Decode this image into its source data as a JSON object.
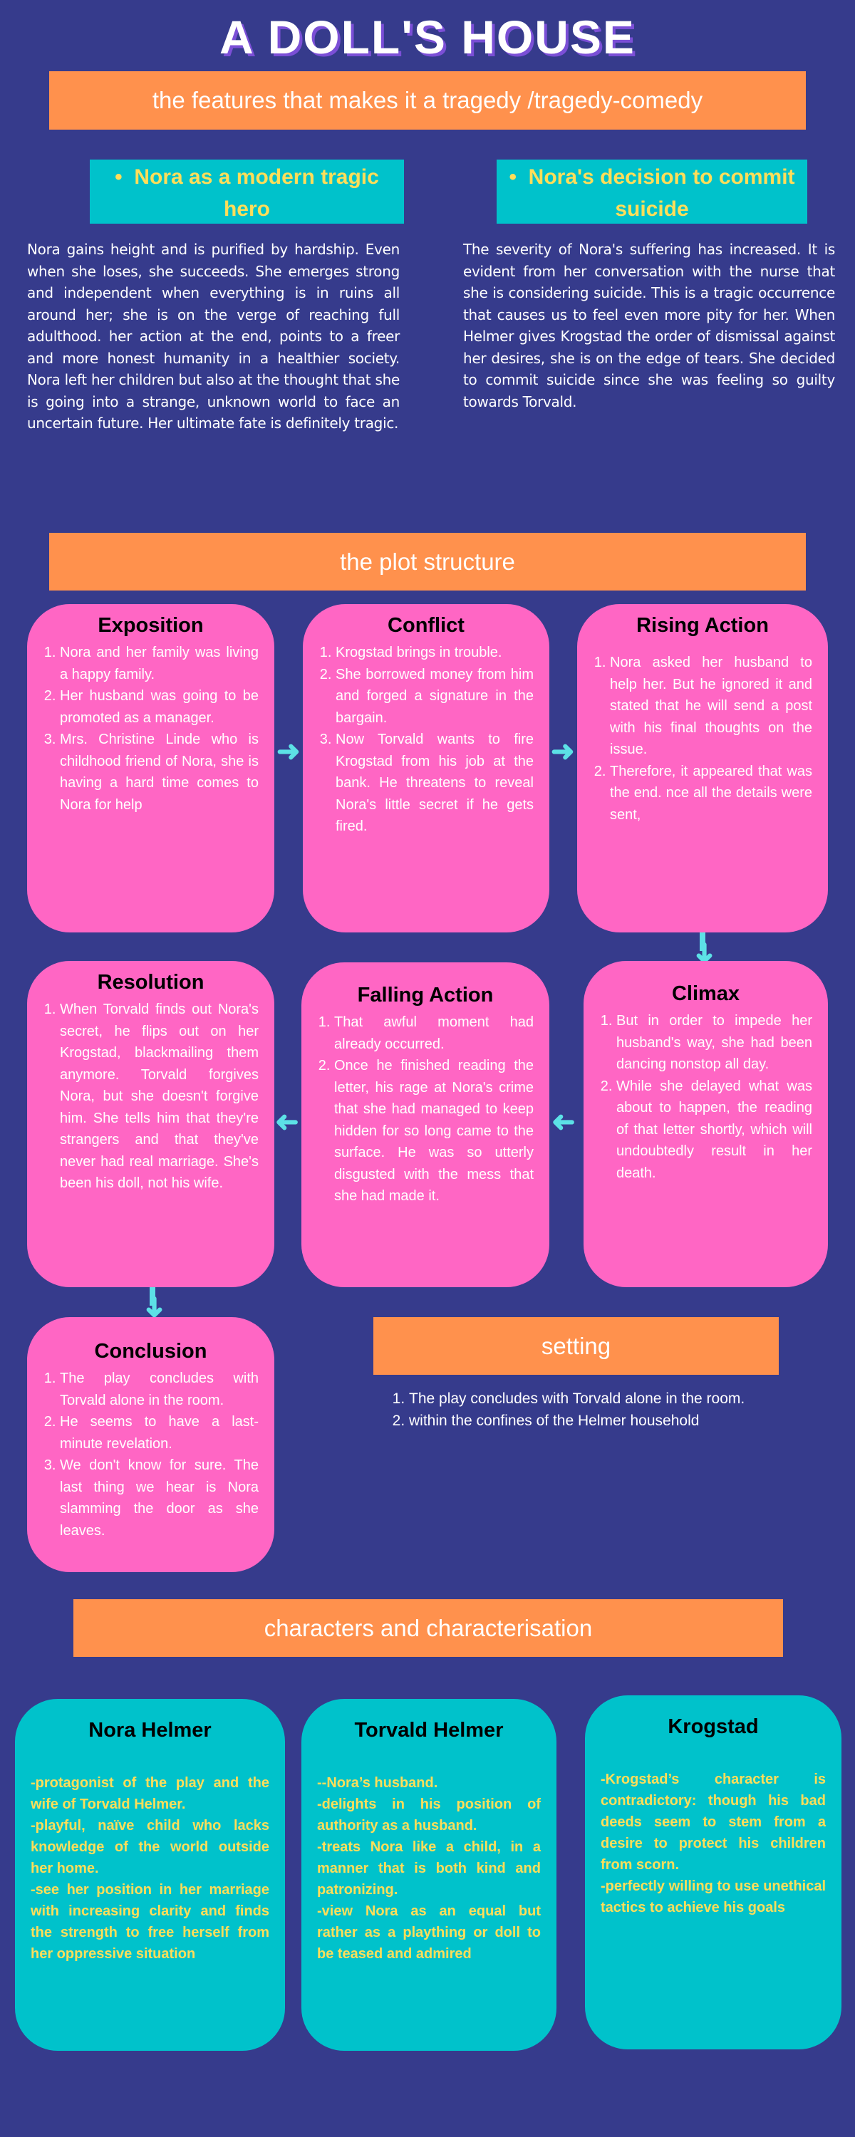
{
  "title": "A DOLL'S HOUSE",
  "colors": {
    "background": "#363b8c",
    "orange": "#ff914d",
    "teal": "#00c2cb",
    "yellow": "#ffde59",
    "pink": "#ff66c4",
    "arrow": "#5ce1e6"
  },
  "tragedy": {
    "banner": "the features that makes it a tragedy /tragedy-comedy",
    "left": {
      "heading": "Nora as a modern tragic hero",
      "text": "Nora gains height and is purified by hardship. Even when she loses, she succeeds. She emerges strong and independent when everything is in ruins all around her; she is on the verge of reaching full adulthood. her action at the end, points to a freer and more honest humanity in a healthier society. Nora left her children but also at the thought that she is going into a strange, unknown world to face an uncertain future. Her ultimate fate is definitely tragic."
    },
    "right": {
      "heading": "Nora's decision to commit suicide",
      "text": "The severity of Nora's suffering has increased. It is evident from her conversation with the nurse that she is considering suicide. This is a tragic occurrence that causes us to feel even more pity for her. When Helmer gives Krogstad the order of dismissal against her desires, she is on the edge of tears. She decided to commit suicide since she was feeling so guilty towards Torvald."
    }
  },
  "plot": {
    "banner": "the plot structure",
    "exposition": {
      "title": "Exposition",
      "items": [
        "Nora and her family was living a happy family.",
        "Her husband was going to be promoted as a manager.",
        "Mrs. Christine Linde who is childhood friend of Nora, she is having a hard time comes to Nora for help"
      ]
    },
    "conflict": {
      "title": "Conflict",
      "items": [
        "Krogstad brings in trouble.",
        "She borrowed money from him and forged a signature in the bargain.",
        "Now Torvald wants to fire Krogstad from his job at the bank. He threatens to reveal Nora's little secret if he gets fired."
      ]
    },
    "rising": {
      "title": "Rising Action",
      "items": [
        "Nora asked her husband to help her. But he ignored it and stated that he will send a post with his final thoughts on the issue.",
        "Therefore, it appeared that was the end. nce all the details were sent,"
      ]
    },
    "resolution": {
      "title": "Resolution",
      "items": [
        "When Torvald finds out Nora's secret, he flips out on her Krogstad, blackmailing them anymore. Torvald forgives Nora, but she doesn't forgive him. She tells him that they're strangers and that they've never had real marriage. She's been his doll, not his wife."
      ]
    },
    "falling": {
      "title": "Falling Action",
      "items": [
        "That awful moment had already occurred.",
        "Once he finished reading the letter, his rage at Nora's crime that she had managed to keep hidden for so long came to the surface. He was so utterly disgusted with the mess that she had made it."
      ]
    },
    "climax": {
      "title": "Climax",
      "items": [
        "But in order to impede her husband's way, she had been dancing nonstop all day.",
        "While she delayed what was about to happen, the reading of that letter shortly, which will undoubtedly result in her death."
      ]
    },
    "conclusion": {
      "title": "Conclusion",
      "items": [
        "The play concludes with Torvald alone in the room.",
        "He seems to have a last-minute revelation.",
        "We don't know for sure. The last thing we hear is Nora slamming the door as she leaves."
      ]
    }
  },
  "setting": {
    "banner": "setting",
    "items": [
      "The play concludes with Torvald alone in the room.",
      "within the confines of the Helmer household"
    ]
  },
  "characters": {
    "banner": "characters and characterisation",
    "cards": [
      {
        "name": "Nora Helmer",
        "lines": [
          "-protagonist of the play and the wife of Torvald Helmer.",
          "-playful, naïve child who lacks knowledge of the world outside her home.",
          "-see her position in her marriage with increasing clarity and finds the strength to free herself from her oppressive situation"
        ]
      },
      {
        "name": "Torvald Helmer",
        "lines": [
          "--Nora’s husband.",
          "-delights in his position of authority as a husband.",
          "-treats Nora like a child, in a manner that is both kind and patronizing.",
          "-view Nora as an equal but rather as a plaything or doll to be teased and admired"
        ]
      },
      {
        "name": "Krogstad",
        "lines": [
          "-Krogstad’s character is contradictory: though his bad deeds seem to stem from a desire to protect his children from scorn.",
          "-perfectly willing to use unethical tactics to achieve his goals"
        ]
      }
    ]
  }
}
